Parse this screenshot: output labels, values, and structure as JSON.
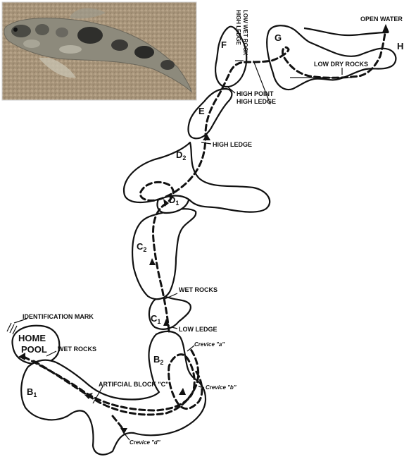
{
  "photo": {
    "subject": "goby fish on sandy bottom"
  },
  "pools": {
    "home": [
      "HOME",
      "POOL"
    ],
    "b1": "B",
    "b1_sub": "1",
    "b2": "B",
    "b2_sub": "2",
    "c1": "C",
    "c1_sub": "1",
    "c2": "C",
    "c2_sub": "2",
    "d1": "D",
    "d1_sub": "1",
    "d2": "D",
    "d2_sub": "2",
    "e": "E",
    "f": "F",
    "g": "G",
    "h": "H"
  },
  "annotations": {
    "identification_mark": "IDENTIFICATION MARK",
    "wet_rocks_home": "WET ROCKS",
    "artificial_block": "ARTIFCIAL BLOCK \"C\"",
    "crevice_a": "Crevice \"a\"",
    "crevice_b": "Crevice \"b\"",
    "crevice_d": "Crevice \"d\"",
    "low_ledge": "LOW LEDGE",
    "wet_rocks_c": "WET ROCKS",
    "high_ledge_d2": "HIGH LEDGE",
    "high_point": "HIGH POINT",
    "high_ledge_e": "HIGH LEDGE",
    "low_wet_rock": "LOW WET ROCK",
    "high_ledge_f": "HIGH LEDGE",
    "low_dry_rocks": "LOW DRY ROCKS",
    "open_water": "OPEN WATER"
  }
}
